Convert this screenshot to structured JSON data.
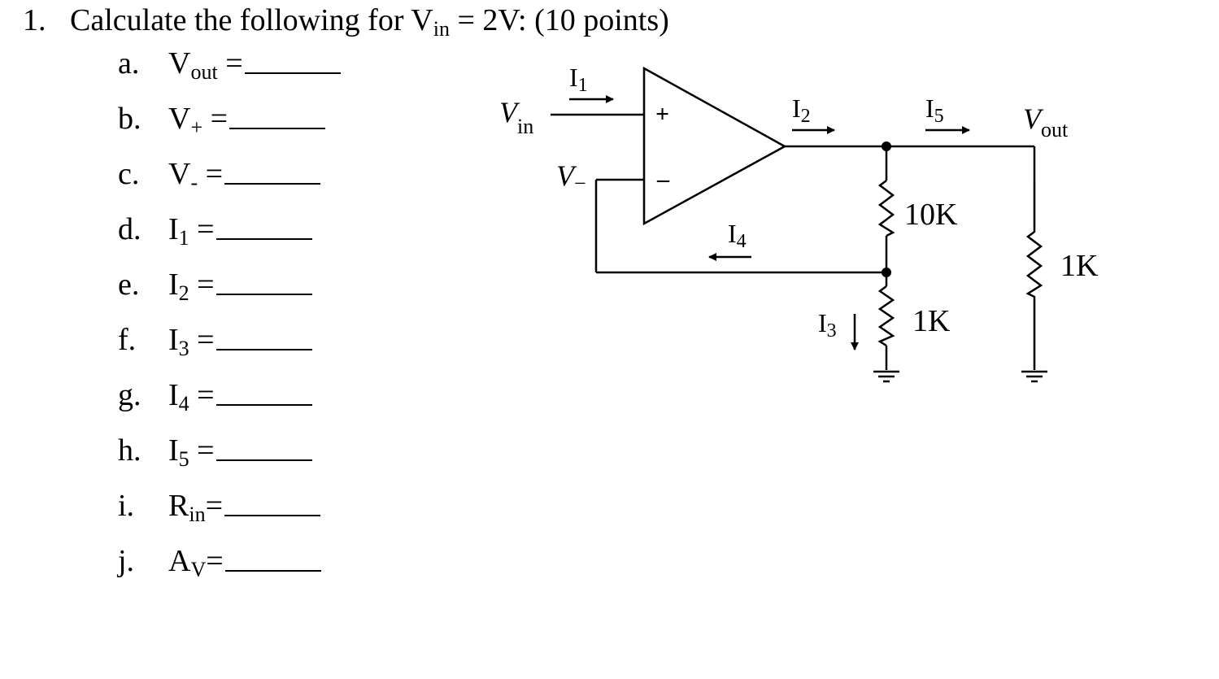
{
  "question": {
    "number": "1.",
    "text_before": "Calculate the following for V",
    "text_sub": "in",
    "text_after": " = 2V: (10 points)"
  },
  "items": [
    {
      "letter": "a.",
      "main": "V",
      "sub": "out",
      "eq": " ="
    },
    {
      "letter": "b.",
      "main": "V",
      "sub": "+",
      "eq": " ="
    },
    {
      "letter": "c.",
      "main": "V",
      "sub": "-",
      "eq": " ="
    },
    {
      "letter": "d.",
      "main": "I",
      "sub": "1",
      "eq": " ="
    },
    {
      "letter": "e.",
      "main": "I",
      "sub": "2",
      "eq": " ="
    },
    {
      "letter": "f.",
      "main": "I",
      "sub": "3",
      "eq": " ="
    },
    {
      "letter": "g.",
      "main": "I",
      "sub": "4",
      "eq": " ="
    },
    {
      "letter": "h.",
      "main": "I",
      "sub": "5",
      "eq": " ="
    },
    {
      "letter": "i.",
      "main": "R",
      "sub": "in",
      "eq": "="
    },
    {
      "letter": "j.",
      "main": "A",
      "sub": "V",
      "eq": "="
    }
  ],
  "circuit": {
    "vin": {
      "main": "V",
      "sub": "in"
    },
    "vminus": {
      "main": "V",
      "sub": "−"
    },
    "vout": {
      "main": "V",
      "sub": "out"
    },
    "plus_sign": "+",
    "minus_sign": "–",
    "currents": [
      {
        "main": "I",
        "sub": "1"
      },
      {
        "main": "I",
        "sub": "2"
      },
      {
        "main": "I",
        "sub": "3"
      },
      {
        "main": "I",
        "sub": "4"
      },
      {
        "main": "I",
        "sub": "5"
      }
    ],
    "resistors": {
      "r_feedback": "10K",
      "r_ground": "1K",
      "r_load": "1K"
    }
  }
}
